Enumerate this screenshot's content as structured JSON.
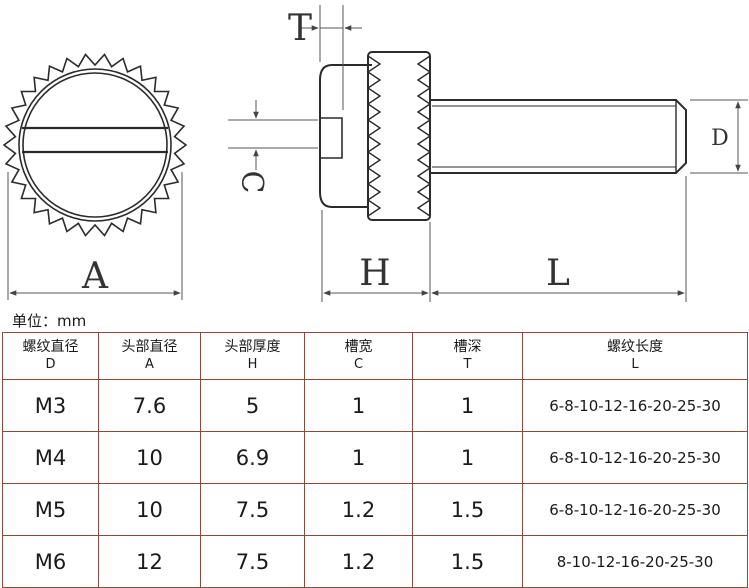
{
  "drawing": {
    "dim_T": "T",
    "dim_C": "C",
    "dim_A": "A",
    "dim_H": "H",
    "dim_L": "L",
    "dim_D": "D"
  },
  "unit_label": "单位：mm",
  "table": {
    "headers": [
      {
        "name": "螺纹直径",
        "code": "D"
      },
      {
        "name": "头部直径",
        "code": "A"
      },
      {
        "name": "头部厚度",
        "code": "H"
      },
      {
        "name": "槽宽",
        "code": "C"
      },
      {
        "name": "槽深",
        "code": "T"
      },
      {
        "name": "螺纹长度",
        "code": "L"
      }
    ],
    "rows": [
      [
        "M3",
        "7.6",
        "5",
        "1",
        "1",
        "6-8-10-12-16-20-25-30"
      ],
      [
        "M4",
        "10",
        "6.9",
        "1",
        "1",
        "6-8-10-12-16-20-25-30"
      ],
      [
        "M5",
        "10",
        "7.5",
        "1.2",
        "1.5",
        "6-8-10-12-16-20-25-30"
      ],
      [
        "M6",
        "12",
        "7.5",
        "1.2",
        "1.5",
        "8-10-12-16-20-25-30"
      ]
    ]
  },
  "colors": {
    "line": "#2b2b2b",
    "table_border": "#8a4a3a"
  }
}
